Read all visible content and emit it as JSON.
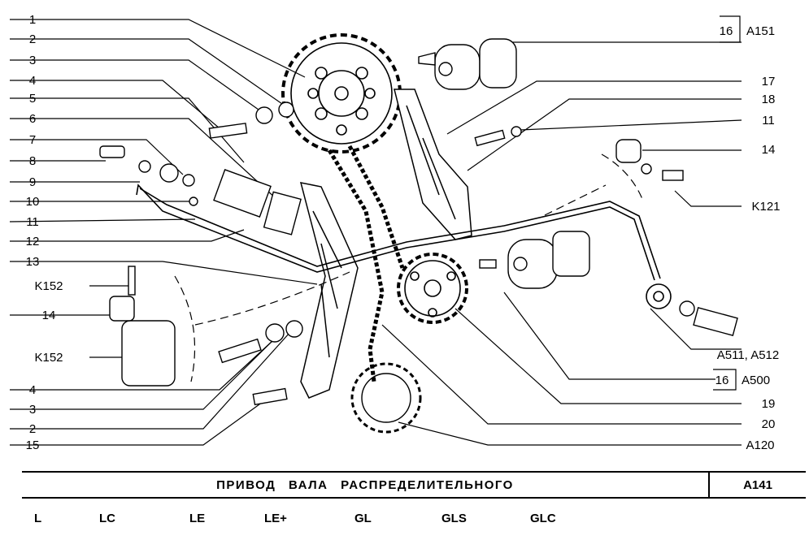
{
  "callouts_left": [
    "1",
    "2",
    "3",
    "4",
    "5",
    "6",
    "7",
    "8",
    "9",
    "10",
    "11",
    "12",
    "13",
    "K152",
    "14",
    "K152",
    "4",
    "3",
    "2",
    "15"
  ],
  "callouts_right": {
    "top_num": "16",
    "top_ref": "A151",
    "r17": "17",
    "r18": "18",
    "r11": "11",
    "r14": "14",
    "rK121": "K121",
    "rA511": "A511, A512",
    "mid_num": "16",
    "mid_ref": "A500",
    "r19": "19",
    "r20": "20",
    "rA120": "A120"
  },
  "title": "ПРИВОД ВАЛА РАСПРЕДЕЛИТЕЛЬНОГО",
  "code": "A141",
  "versions": [
    "L",
    "LC",
    "LE",
    "LE+",
    "GL",
    "GLS",
    "GLC"
  ]
}
